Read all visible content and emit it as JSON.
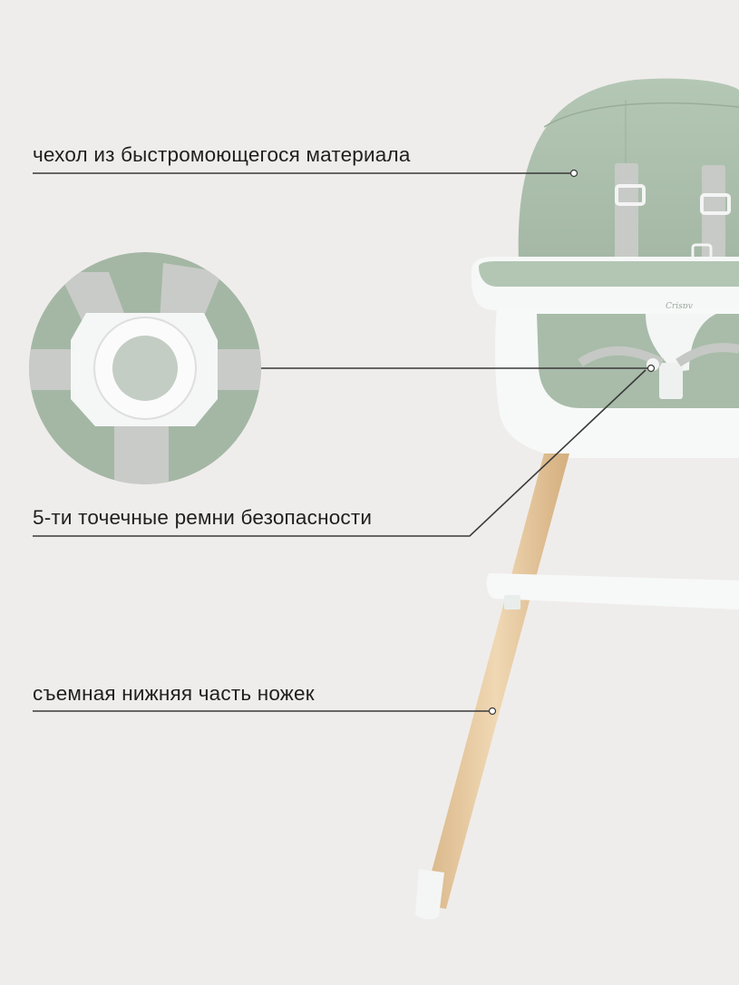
{
  "callouts": {
    "cover": "чехол из быстромоющегося материала",
    "harness": "5-ти точечные ремни безопасности",
    "legs": "съемная нижняя часть ножек"
  },
  "brand_mark": "Crispy",
  "colors": {
    "background": "#efedeb",
    "seat_green": "#a9bdaa",
    "frame_white": "#f6f8f7",
    "wood": "#e6c9a0",
    "strap_gray": "#c9cbc8",
    "line": "#3a3a3a"
  }
}
